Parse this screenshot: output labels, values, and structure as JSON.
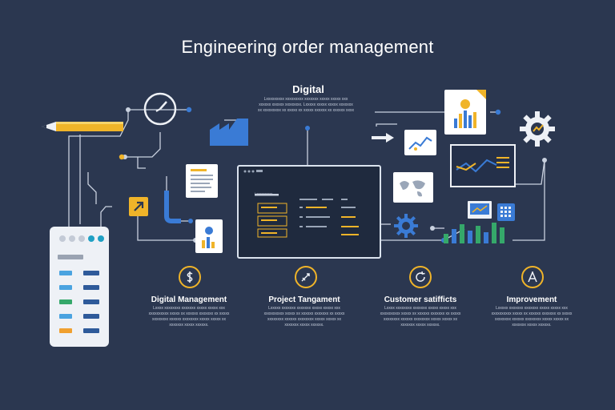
{
  "title": "Engineering order management",
  "top": {
    "label": "Digital",
    "blurb": "Lxxxxxxxxx xxxxxxxxx xxxxxxx xxxxx xxxxx xxx xxxxxx xxxxxx xxxxxxxx. Lxxxxx xxxxx xxxxx xxxxxxx xx xxxxxxxxx xx xxxxx xx xxxxx xxxxxx xx xxxxxx xxxx"
  },
  "categories": [
    {
      "title": "Digital Management",
      "icon": "dollar-icon",
      "desc": "Lxxxx xxxxxxxx xxxxxxx xxxxx xxxxx xxx xxxxxxxxxx xxxxx xx xxxxxx xxxxxxx xx xxxxx xxxxxxxx xxxxxx xxxxxxxx xxxxx xxxxx xx xxxxxxx xxxxx xxxxxx."
    },
    {
      "title": "Project Tangament",
      "icon": "rocket-icon",
      "desc": "Lxxxxx xxxxxxx xxxxxxx xxxxx xxxxx xxx xxxxxxxxxx xxxxx xx xxxxxx xxxxxxx xx xxxxx xxxxxxxx xxxxxx xxxxxxxx xxxxx xxxxx xx xxxxxxx xxxxx xxxxxx."
    },
    {
      "title": "Customer satifficts",
      "icon": "refresh-icon",
      "desc": "Lxxxx xxxxxxxx xxxxxxx xxxxx xxxxx xxx xxxxxxxxxx xxxxx xx xxxxxx xxxxxxx xx xxxxx xxxxxxxx xxxxxx xxxxxxxx xxxxx xxxxx xx xxxxxxx xxxxx xxxxxx."
    },
    {
      "title": "Improvement",
      "icon": "compass-icon",
      "desc": "Lxxxxx xxxxxxx xxxxxxx xxxxx xxxxx xxx xxxxxxxxxx xxxxx xx xxxxxx xxxxxxx xx xxxxx xxxxxxxx xxxxxx xxxxxxxx xxxxx xxxxx xx xxxxxxx xxxxx xxxxxx."
    }
  ],
  "monitor": {
    "header": "Lxxxxxxxxxx"
  },
  "colors": {
    "background": "#2b3750",
    "accent": "#f0b429",
    "blue": "#3a7bd5",
    "line": "#c9d1df"
  }
}
